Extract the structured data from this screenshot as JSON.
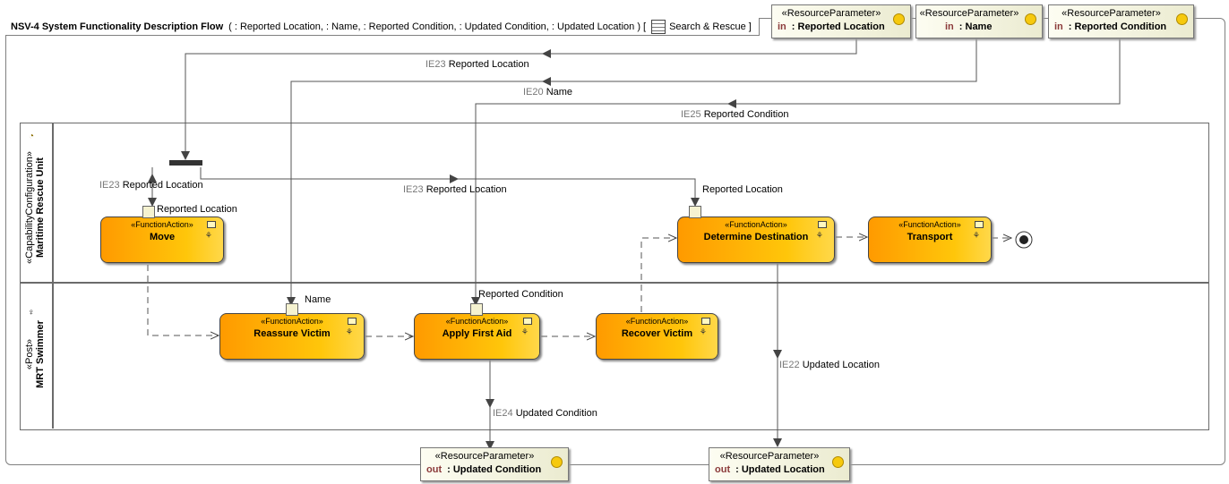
{
  "diagram": {
    "name": "NSV-4 System Functionality Description Flow",
    "signature": "( : Reported Location,  : Name,  : Reported Condition,  : Updated Condition,  : Updated Location ) [",
    "context": "Search & Rescue ]"
  },
  "lanes": [
    {
      "stereotype": "«CapabilityConfiguration»",
      "name": "Maritime Rescue Unit",
      "icon": "capability-configuration-icon"
    },
    {
      "stereotype": "«Post»",
      "name": "MRT Swimmer",
      "icon": "post-icon"
    }
  ],
  "actions": {
    "stereotype": "«FunctionAction»",
    "move": "Move",
    "determine_destination": "Determine Destination",
    "transport": "Transport",
    "reassure_victim": "Reassure Victim",
    "apply_first_aid": "Apply First Aid",
    "recover_victim": "Recover Victim"
  },
  "parameters": {
    "stereotype": "«ResourceParameter»",
    "in_dir": "in",
    "out_dir": "out",
    "reported_location": ": Reported Location",
    "name": ": Name",
    "reported_condition": ": Reported Condition",
    "updated_condition": ": Updated Condition",
    "updated_location": ": Updated Location"
  },
  "flows": {
    "ie23_code": "IE23",
    "ie20_code": "IE20",
    "ie25_code": "IE25",
    "ie24_code": "IE24",
    "ie22_code": "IE22",
    "reported_location": "Reported Location",
    "name": "Name",
    "reported_condition": "Reported Condition",
    "updated_condition": "Updated Condition",
    "updated_location": "Updated Location"
  },
  "pins": {
    "move_in": "Reported Location",
    "determine_in": "Reported Location",
    "reassure_in": "Name",
    "first_aid_in": "Reported Condition"
  },
  "colors": {
    "action_start": "#ff9a00",
    "action_end": "#ffd84a",
    "param_dot": "#f6c90e"
  }
}
